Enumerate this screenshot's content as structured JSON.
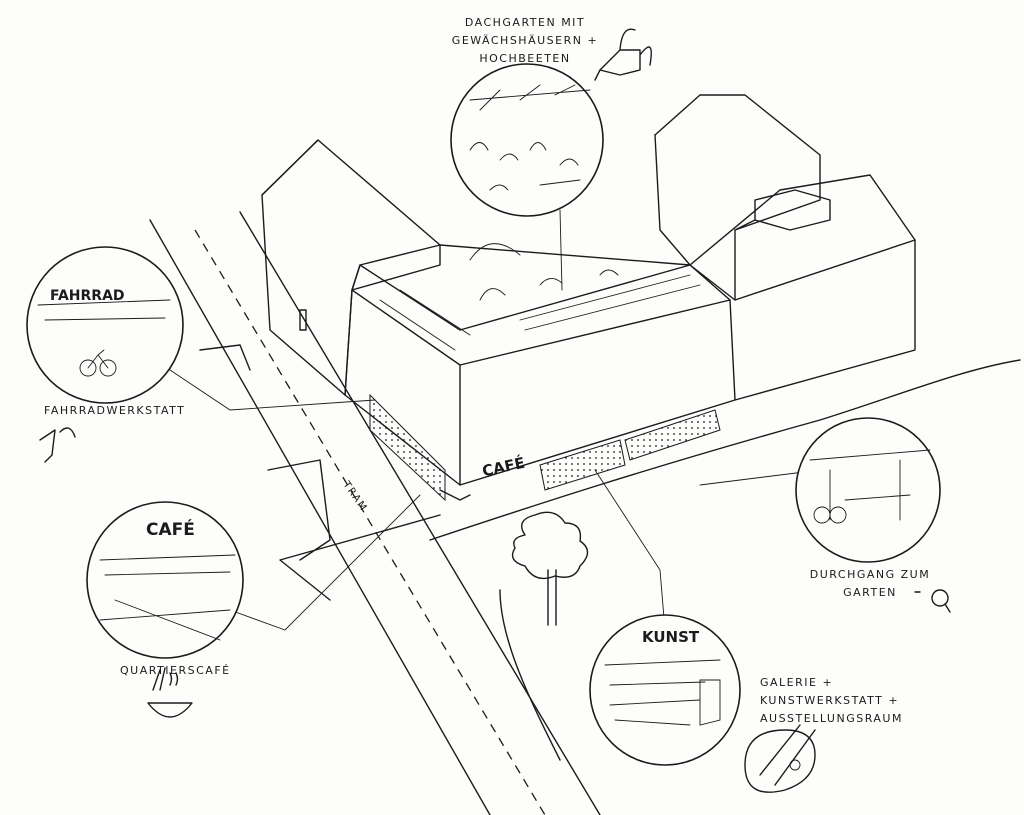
{
  "labels": {
    "roof_garden": [
      "DACHGARTEN MIT",
      "GEWÄCHSHÄUSERN +",
      "HOCHBEETEN"
    ],
    "bike_workshop": "FAHRRADWERKSTATT",
    "cafe": "QUARTIERSCAFÉ",
    "passage": [
      "DURCHGANG ZUM",
      "GARTEN"
    ],
    "gallery": [
      "GALERIE +",
      "KUNSTWERKSTATT +",
      "AUSSTELLUNGSRAUM"
    ],
    "tram": "TRAM"
  },
  "signs": {
    "bike": "FAHRRAD",
    "cafe_vignette": "CAFÉ",
    "cafe_facade": "CAFÉ",
    "art": "KUNST"
  },
  "icons": [
    "watering-can-icon",
    "bicycle-pump-icon",
    "noodle-bowl-icon",
    "palette-icon",
    "pin-icon"
  ]
}
